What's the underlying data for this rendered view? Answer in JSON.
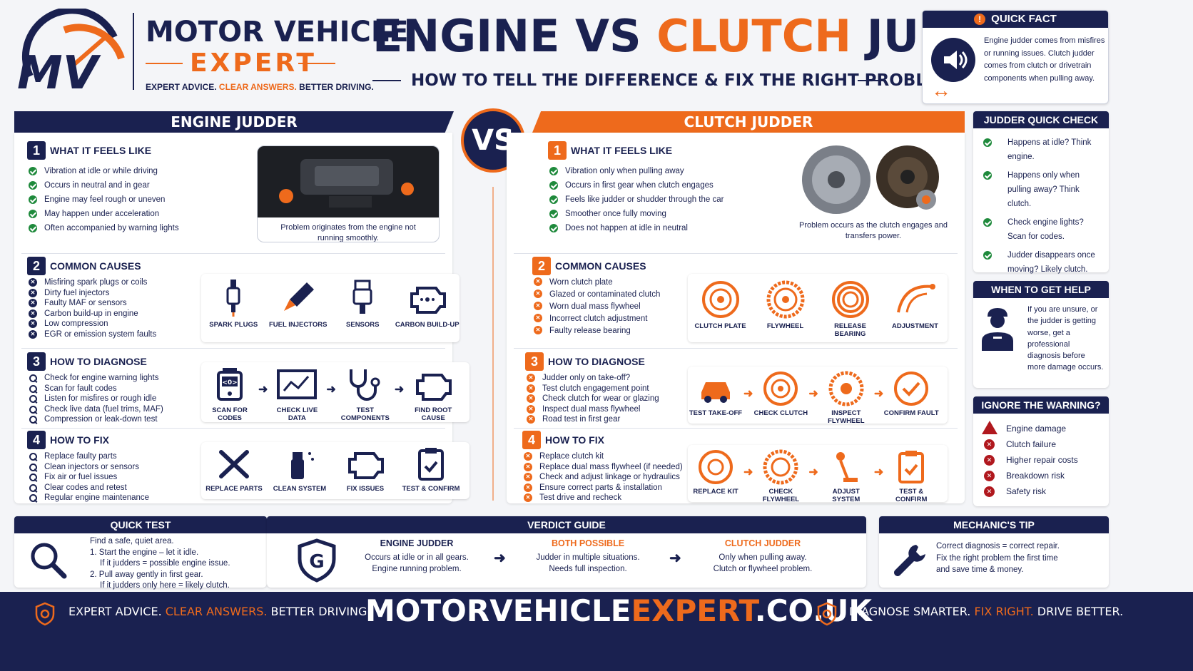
{
  "brand": {
    "line1": "MOTOR VEHICLE",
    "line2": "EXPERT",
    "tag1": "EXPERT ADVICE.",
    "tag2": "CLEAR ANSWERS.",
    "tag3": "BETTER DRIVING.",
    "logo": "MV"
  },
  "title": {
    "part1": "ENGINE VS",
    "part2": "CLUTCH",
    "part3": "JUDDER",
    "subtitle": "HOW TO TELL THE DIFFERENCE & FIX THE RIGHT PROBLEM"
  },
  "quick_fact": {
    "title": "QUICK FACT",
    "text": "Engine judder comes from misfires or running issues. Clutch judder comes from clutch or drivetrain components when pulling away."
  },
  "vs": "VS",
  "engine": {
    "header": "ENGINE JUDDER",
    "s1": {
      "num": "1",
      "title": "WHAT IT FEELS LIKE",
      "items": [
        "Vibration at idle or while driving",
        "Occurs in neutral and in gear",
        "Engine may feel rough or uneven",
        "May happen under acceleration",
        "Often accompanied by warning lights"
      ],
      "caption": "Problem originates from the engine not running smoothly."
    },
    "s2": {
      "num": "2",
      "title": "COMMON CAUSES",
      "items": [
        "Misfiring spark plugs or coils",
        "Dirty fuel injectors",
        "Faulty MAF or sensors",
        "Carbon build-up in engine",
        "Low compression",
        "EGR or emission system faults"
      ],
      "icons": [
        "SPARK PLUGS",
        "FUEL INJECTORS",
        "SENSORS",
        "CARBON BUILD-UP"
      ]
    },
    "s3": {
      "num": "3",
      "title": "HOW TO DIAGNOSE",
      "items": [
        "Check for engine warning lights",
        "Scan for fault codes",
        "Listen for misfires or rough idle",
        "Check live data (fuel trims, MAF)",
        "Compression or leak-down test"
      ],
      "icons": [
        "SCAN FOR CODES",
        "CHECK LIVE DATA",
        "TEST COMPONENTS",
        "FIND ROOT CAUSE"
      ],
      "code": "<0>"
    },
    "s4": {
      "num": "4",
      "title": "HOW TO FIX",
      "items": [
        "Replace faulty parts",
        "Clean injectors or sensors",
        "Fix air or fuel issues",
        "Clear codes and retest",
        "Regular engine maintenance"
      ],
      "icons": [
        "REPLACE PARTS",
        "CLEAN SYSTEM",
        "FIX ISSUES",
        "TEST & CONFIRM"
      ]
    }
  },
  "clutch": {
    "header": "CLUTCH JUDDER",
    "s1": {
      "num": "1",
      "title": "WHAT IT FEELS LIKE",
      "items": [
        "Vibration only when pulling away",
        "Occurs in first gear when clutch engages",
        "Feels like judder or shudder through the car",
        "Smoother once fully moving",
        "Does not happen at idle in neutral"
      ],
      "caption": "Problem occurs as the clutch engages and transfers power."
    },
    "s2": {
      "num": "2",
      "title": "COMMON CAUSES",
      "items": [
        "Worn clutch plate",
        "Glazed or contaminated clutch",
        "Worn dual mass flywheel",
        "Incorrect clutch adjustment",
        "Faulty release bearing"
      ],
      "icons": [
        "CLUTCH PLATE",
        "FLYWHEEL",
        "RELEASE BEARING",
        "ADJUSTMENT"
      ]
    },
    "s3": {
      "num": "3",
      "title": "HOW TO DIAGNOSE",
      "items": [
        "Judder only on take-off?",
        "Test clutch engagement point",
        "Check clutch for wear or glazing",
        "Inspect dual mass flywheel",
        "Road test in first gear"
      ],
      "icons": [
        "TEST TAKE-OFF",
        "CHECK CLUTCH",
        "INSPECT FLYWHEEL",
        "CONFIRM FAULT"
      ]
    },
    "s4": {
      "num": "4",
      "title": "HOW TO FIX",
      "items": [
        "Replace clutch kit",
        "Replace dual mass flywheel (if needed)",
        "Check and adjust linkage or hydraulics",
        "Ensure correct parts & installation",
        "Test drive and recheck"
      ],
      "icons": [
        "REPLACE KIT",
        "CHECK FLYWHEEL",
        "ADJUST SYSTEM",
        "TEST & CONFIRM"
      ]
    }
  },
  "quick_check": {
    "title": "JUDDER QUICK CHECK",
    "items": [
      "Happens at idle? Think engine.",
      "Happens only when pulling away? Think clutch.",
      "Check engine lights? Scan for codes.",
      "Judder disappears once moving? Likely clutch."
    ]
  },
  "get_help": {
    "title": "WHEN TO GET HELP",
    "text": "If you are unsure, or the judder is getting worse, get a professional diagnosis before more damage occurs."
  },
  "ignore": {
    "title": "IGNORE THE WARNING?",
    "items": [
      "Engine damage",
      "Clutch failure",
      "Higher repair costs",
      "Breakdown risk",
      "Safety risk"
    ]
  },
  "quick_test": {
    "title": "QUICK TEST",
    "l0": "Find a safe, quiet area.",
    "l1": "1. Start the engine – let it idle.",
    "l2": "If it judders = possible engine issue.",
    "l3": "2. Pull away gently in first gear.",
    "l4": "If it judders only here = likely clutch."
  },
  "verdict": {
    "title": "VERDICT GUIDE",
    "logo": "G",
    "c1": {
      "title": "ENGINE JUDDER",
      "l1": "Occurs at idle or in all gears.",
      "l2": "Engine running problem."
    },
    "c2": {
      "title": "BOTH POSSIBLE",
      "l1": "Judder in multiple situations.",
      "l2": "Needs full inspection."
    },
    "c3": {
      "title": "CLUTCH JUDDER",
      "l1": "Only when pulling away.",
      "l2": "Clutch or flywheel problem."
    }
  },
  "tip": {
    "title": "MECHANIC'S TIP",
    "l1": "Correct diagnosis = correct repair.",
    "l2": "Fix the right problem the first time",
    "l3": "and save time & money."
  },
  "footer": {
    "left1": "EXPERT ADVICE.",
    "left2": "CLEAR ANSWERS.",
    "left3": "BETTER DRIVING.",
    "url1": "MOTORVEHICLE",
    "url2": "EXPERT",
    "url3": ".CO.UK",
    "right1": "DIAGNOSE SMARTER.",
    "right2": "FIX RIGHT.",
    "right3": "DRIVE BETTER."
  },
  "colors": {
    "navy": "#1a2150",
    "orange": "#ee6a1c",
    "green": "#1f8a3c"
  }
}
